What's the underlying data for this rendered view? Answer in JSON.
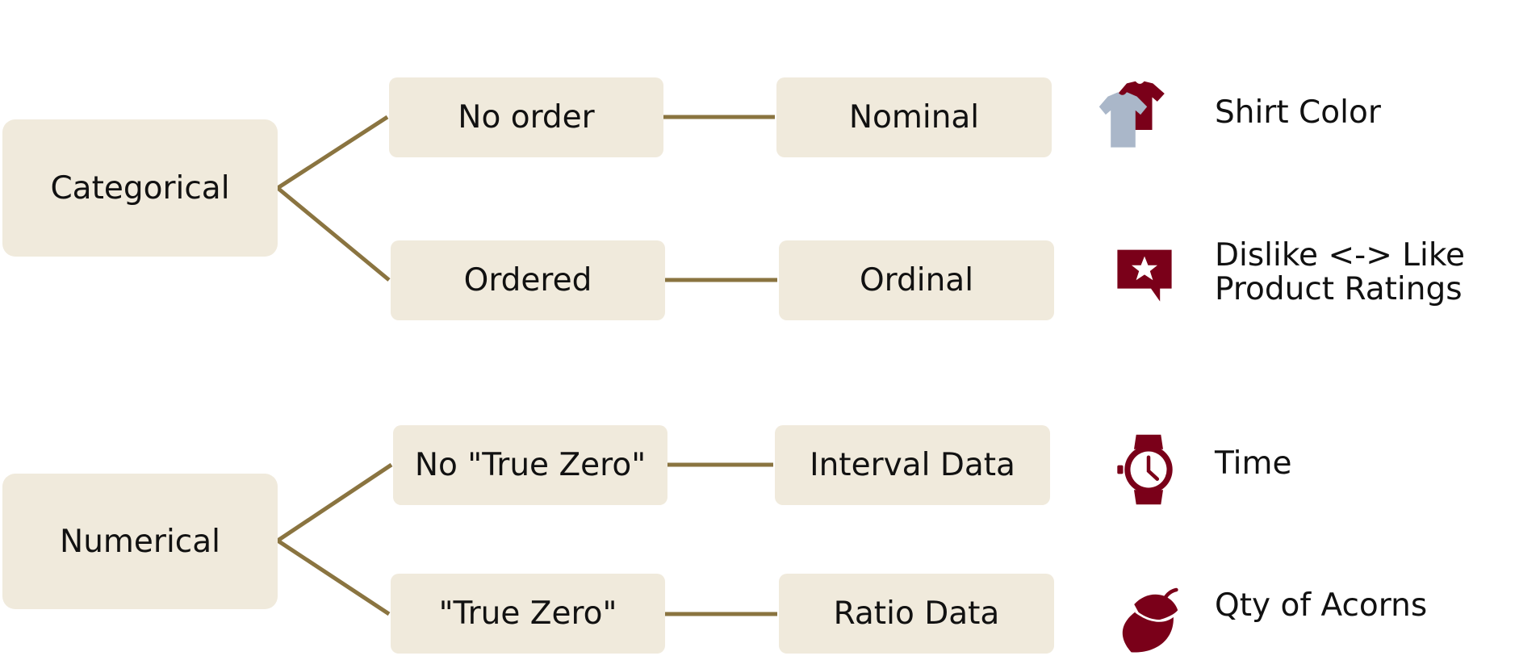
{
  "colors": {
    "box_fill": "#f0eadc",
    "connector": "#8a7440",
    "icon_accent": "#7a0019",
    "icon_secondary": "#aab7c9",
    "text": "#111111"
  },
  "groups": [
    {
      "label": "Categorical",
      "branches": [
        {
          "condition": "No order",
          "type": "Nominal",
          "example": "Shirt Color",
          "icon": "shirt-icon"
        },
        {
          "condition": "Ordered",
          "type": "Ordinal",
          "example": "Dislike <-> Like\nProduct Ratings",
          "icon": "rating-star-icon"
        }
      ]
    },
    {
      "label": "Numerical",
      "branches": [
        {
          "condition": "No \"True Zero\"",
          "type": "Interval Data",
          "example": "Time",
          "icon": "watch-icon"
        },
        {
          "condition": "\"True Zero\"",
          "type": "Ratio Data",
          "example": "Qty of Acorns",
          "icon": "acorn-icon"
        }
      ]
    }
  ]
}
